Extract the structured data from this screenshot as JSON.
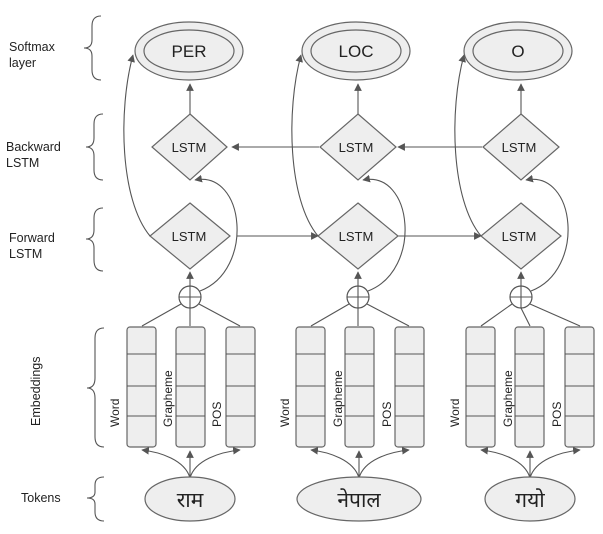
{
  "layers": {
    "softmax": [
      "Softmax",
      "layer"
    ],
    "backward": [
      "Backward",
      "LSTM"
    ],
    "forward": [
      "Forward",
      "LSTM"
    ],
    "embeddings": "Embeddings",
    "tokens": "Tokens"
  },
  "node_label": "LSTM",
  "embedding_labels": [
    "Word",
    "Grapheme",
    "POS"
  ],
  "columns": [
    {
      "token": "राम",
      "output": "PER"
    },
    {
      "token": "नेपाल",
      "output": "LOC"
    },
    {
      "token": "गयो",
      "output": "O"
    }
  ]
}
